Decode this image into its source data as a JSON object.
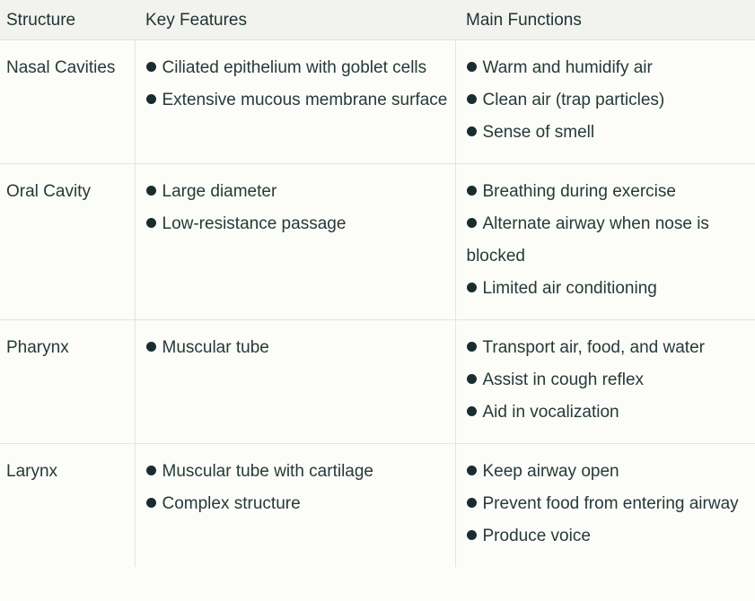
{
  "table": {
    "headers": [
      "Structure",
      "Key Features",
      "Main Functions"
    ],
    "rows": [
      {
        "structure": "Nasal Cavities",
        "features": [
          "Ciliated epithelium with goblet cells",
          "Extensive mucous membrane surface"
        ],
        "functions": [
          "Warm and humidify air",
          "Clean air (trap particles)",
          "Sense of smell"
        ]
      },
      {
        "structure": "Oral Cavity",
        "features": [
          "Large diameter",
          "Low-resistance passage"
        ],
        "functions": [
          "Breathing during exercise",
          "Alternate airway when nose is blocked",
          "Limited air conditioning"
        ]
      },
      {
        "structure": "Pharynx",
        "features": [
          "Muscular tube"
        ],
        "functions": [
          "Transport air, food, and water",
          "Assist in cough reflex",
          "Aid in vocalization"
        ]
      },
      {
        "structure": "Larynx",
        "features": [
          "Muscular tube with cartilage",
          "Complex structure"
        ],
        "functions": [
          "Keep airway open",
          "Prevent food from entering airway",
          "Produce voice"
        ]
      }
    ]
  }
}
